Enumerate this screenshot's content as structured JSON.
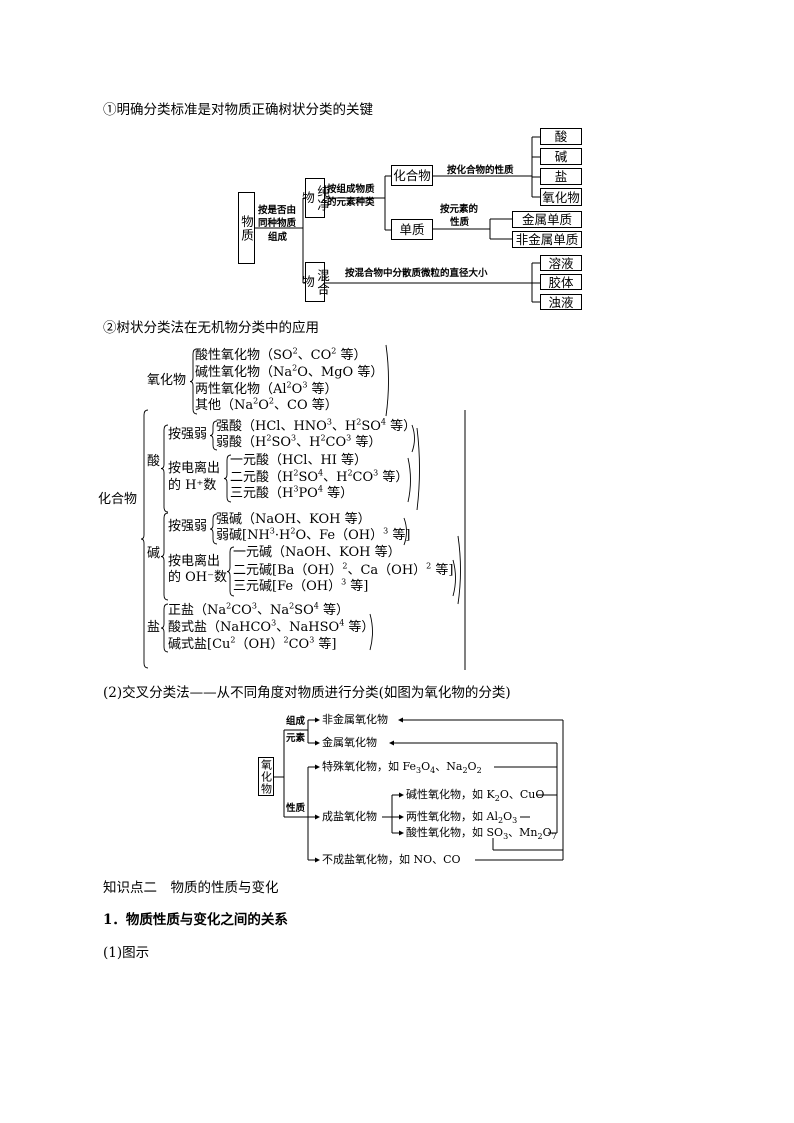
{
  "heading1": "①明确分类标准是对物质正确树状分类的关键",
  "diagram1": {
    "root": "物质",
    "root_criterion": [
      "按是否由",
      "同种物质",
      "组成"
    ],
    "pure": "纯净物",
    "mixture": "混合物",
    "pure_criterion": [
      "按组成物质",
      "的元素种类"
    ],
    "compound": "化合物",
    "element": "单质",
    "compound_criterion": "按化合物的性质",
    "element_criterion": [
      "按元素的",
      "性质"
    ],
    "mixture_criterion": "按混合物中分散质微粒的直径大小",
    "compound_types": [
      "酸",
      "碱",
      "盐",
      "氧化物"
    ],
    "element_types": [
      "金属单质",
      "非金属单质"
    ],
    "mixture_types": [
      "溶液",
      "胶体",
      "浊液"
    ]
  },
  "heading2": "②树状分类法在无机物分类中的应用",
  "diagram2": {
    "root": "化合物",
    "oxide": "氧化物",
    "oxide_items": [
      "酸性氧化物（SO2、CO2 等）",
      "碱性氧化物（Na2O、MgO 等）",
      "两性氧化物（Al2O3 等）",
      "其他（Na2O2、CO 等）"
    ],
    "acid": "酸",
    "acid_by_strength": "按强弱",
    "acid_strength_items": [
      "强酸（HCl、HNO3、H2SO4 等）",
      "弱酸（H2SO3、H2CO3 等）"
    ],
    "acid_by_ionization": [
      "按电离出",
      "的 H⁺数"
    ],
    "acid_ionization_items": [
      "一元酸（HCl、HI 等）",
      "二元酸（H2SO4、H2CO3 等）",
      "三元酸（H3PO4 等）"
    ],
    "base": "碱",
    "base_by_strength": "按强弱",
    "base_strength_items": [
      "强碱（NaOH、KOH 等）",
      "弱碱[NH3·H2O、Fe（OH）3 等]"
    ],
    "base_by_ionization": [
      "按电离出",
      "的 OH⁻数"
    ],
    "base_ionization_items": [
      "一元碱（NaOH、KOH 等）",
      "二元碱[Ba（OH）2、Ca（OH）2 等]",
      "三元碱[Fe（OH）3 等]"
    ],
    "salt": "盐",
    "salt_items": [
      "正盐（Na2CO3、Na2SO4 等）",
      "酸式盐（NaHCO3、NaHSO4 等）",
      "碱式盐[Cu2（OH）2CO3 等]"
    ]
  },
  "heading3": "(2)交叉分类法——从不同角度对物质进行分类(如图为氧化物的分类)",
  "diagram3": {
    "root": "氧化物",
    "by_composition": [
      "组成",
      "元素"
    ],
    "by_property": "性质",
    "nonmetal_oxide": "非金属氧化物",
    "metal_oxide": "金属氧化物",
    "special_oxide": "特殊氧化物，如 Fe3O4、Na2O2",
    "salt_forming": "成盐氧化物",
    "basic_oxide": "碱性氧化物，如 K2O、CuO",
    "amphoteric_oxide": "两性氧化物，如 Al2O3",
    "acidic_oxide": "酸性氧化物，如 SO3、Mn2O7",
    "non_salt_forming": "不成盐氧化物，如 NO、CO"
  },
  "section2_title": "知识点二　物质的性质与变化",
  "section2_sub1": "1．物质性质与变化之间的关系",
  "section2_sub1_item": "(1)图示"
}
